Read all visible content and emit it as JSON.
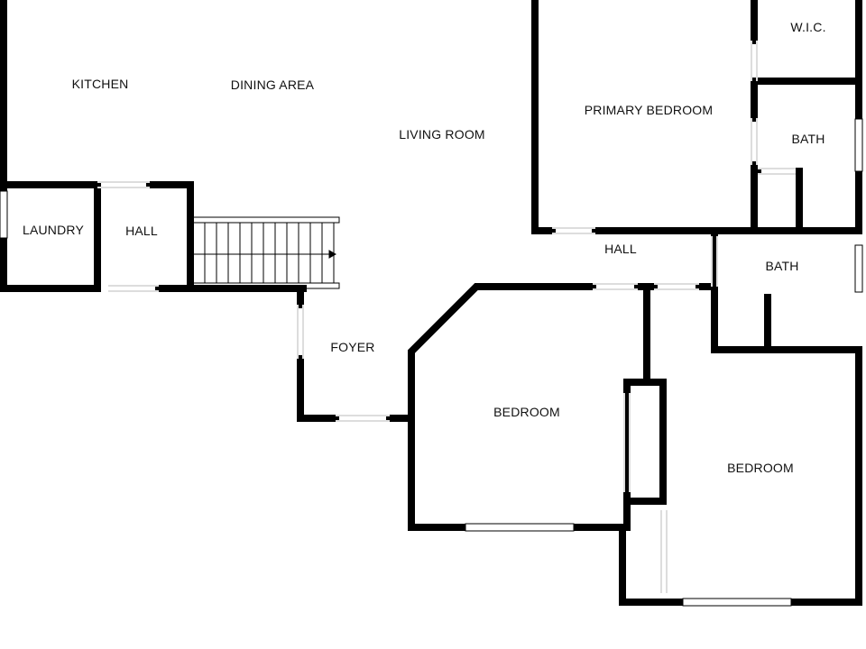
{
  "rooms": {
    "kitchen": "KITCHEN",
    "dining_area": "DINING AREA",
    "living_room": "LIVING ROOM",
    "primary_bedroom": "PRIMARY BEDROOM",
    "wic": "W.I.C.",
    "bath_primary": "BATH",
    "laundry": "LAUNDRY",
    "hall_left": "HALL",
    "hall_center": "HALL",
    "bath_center": "BATH",
    "foyer": "FOYER",
    "bedroom_center": "BEDROOM",
    "bedroom_right": "BEDROOM"
  },
  "colors": {
    "wall": "#000000",
    "window": "#ffffff",
    "background": "#ffffff"
  }
}
